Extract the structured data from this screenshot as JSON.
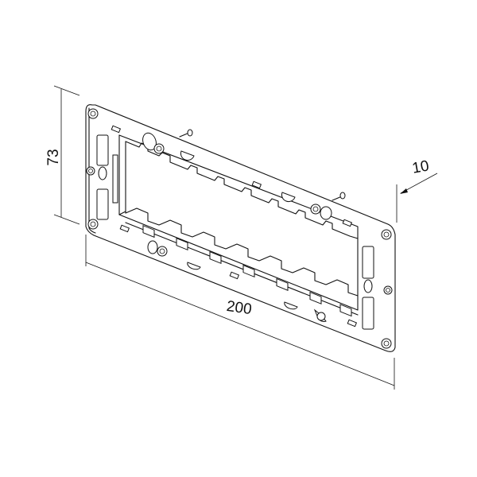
{
  "drawing": {
    "subject": "mounting frame",
    "dimensions": {
      "height": {
        "label": "73"
      },
      "width": {
        "label": "200"
      },
      "depth": {
        "label": "10"
      }
    },
    "colors": {
      "line": "#111111",
      "background": "#ffffff"
    },
    "module_count": 7
  }
}
